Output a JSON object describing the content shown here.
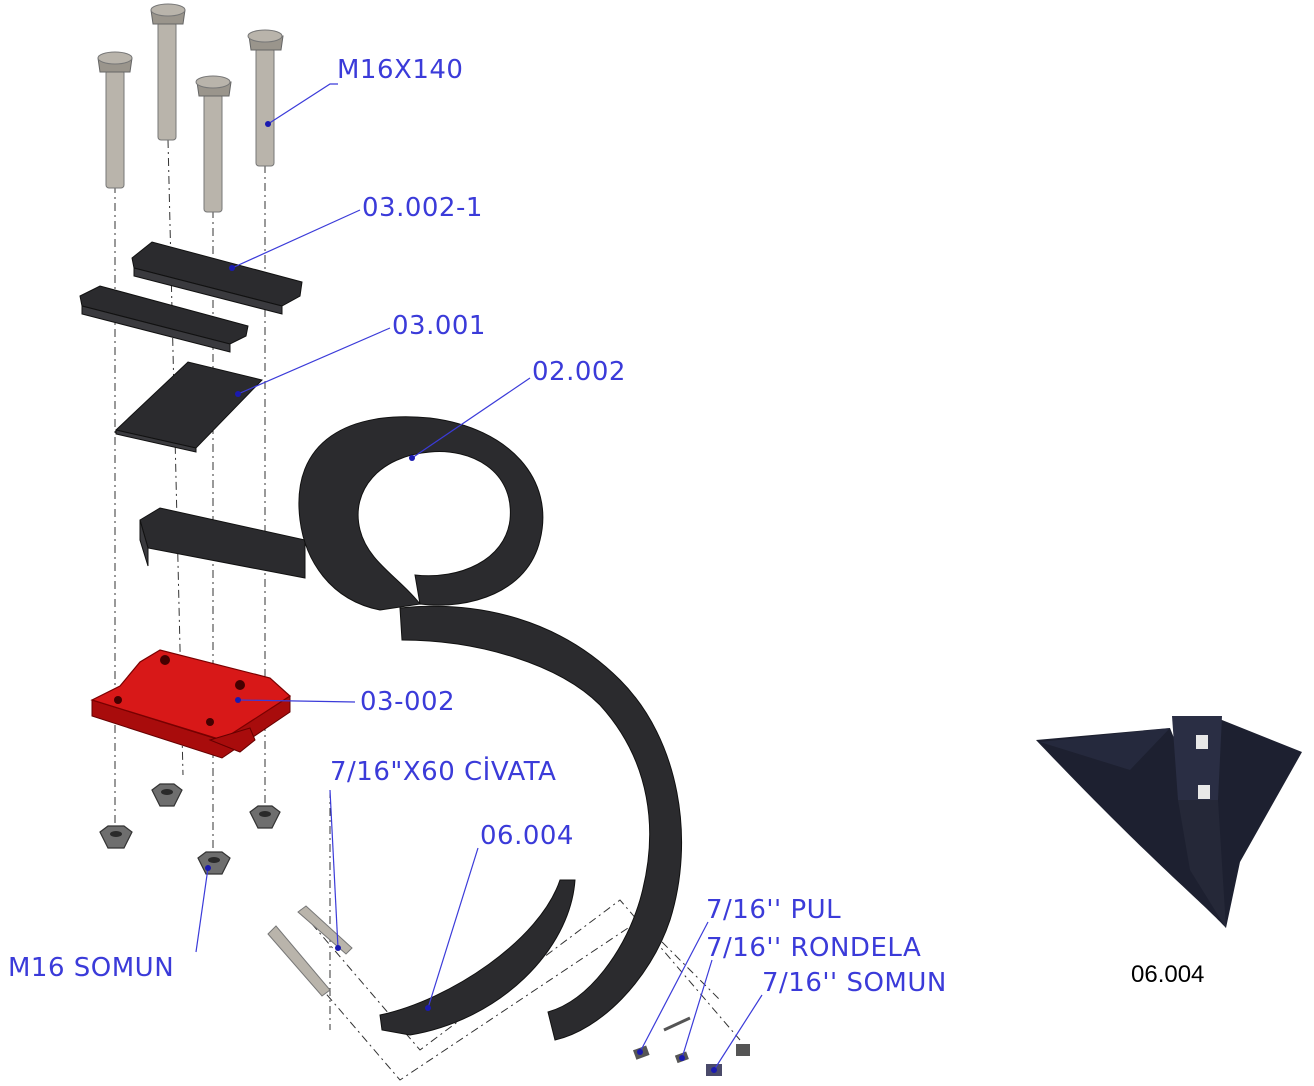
{
  "labels": {
    "bolt_m16x140": "M16X140",
    "plate_03_002_1": "03.002-1",
    "plate_03_001": "03.001",
    "tine_02_002": "02.002",
    "clamp_03_002": "03-002",
    "bolt_7_16_x60": "7/16\"X60 CİVATA",
    "share_06_004": "06.004",
    "nut_m16": "M16 SOMUN",
    "washer_7_16_pul": "7/16'' PUL",
    "washer_7_16_rondela": "7/16'' RONDELA",
    "nut_7_16_somun": "7/16'' SOMUN"
  },
  "photo_caption": "06.004",
  "colors": {
    "label_text": "#3b3bd9",
    "clamp": "#d81818",
    "metal_dark": "#2b2b2e",
    "bolt_steel": "#b9b4ab"
  }
}
